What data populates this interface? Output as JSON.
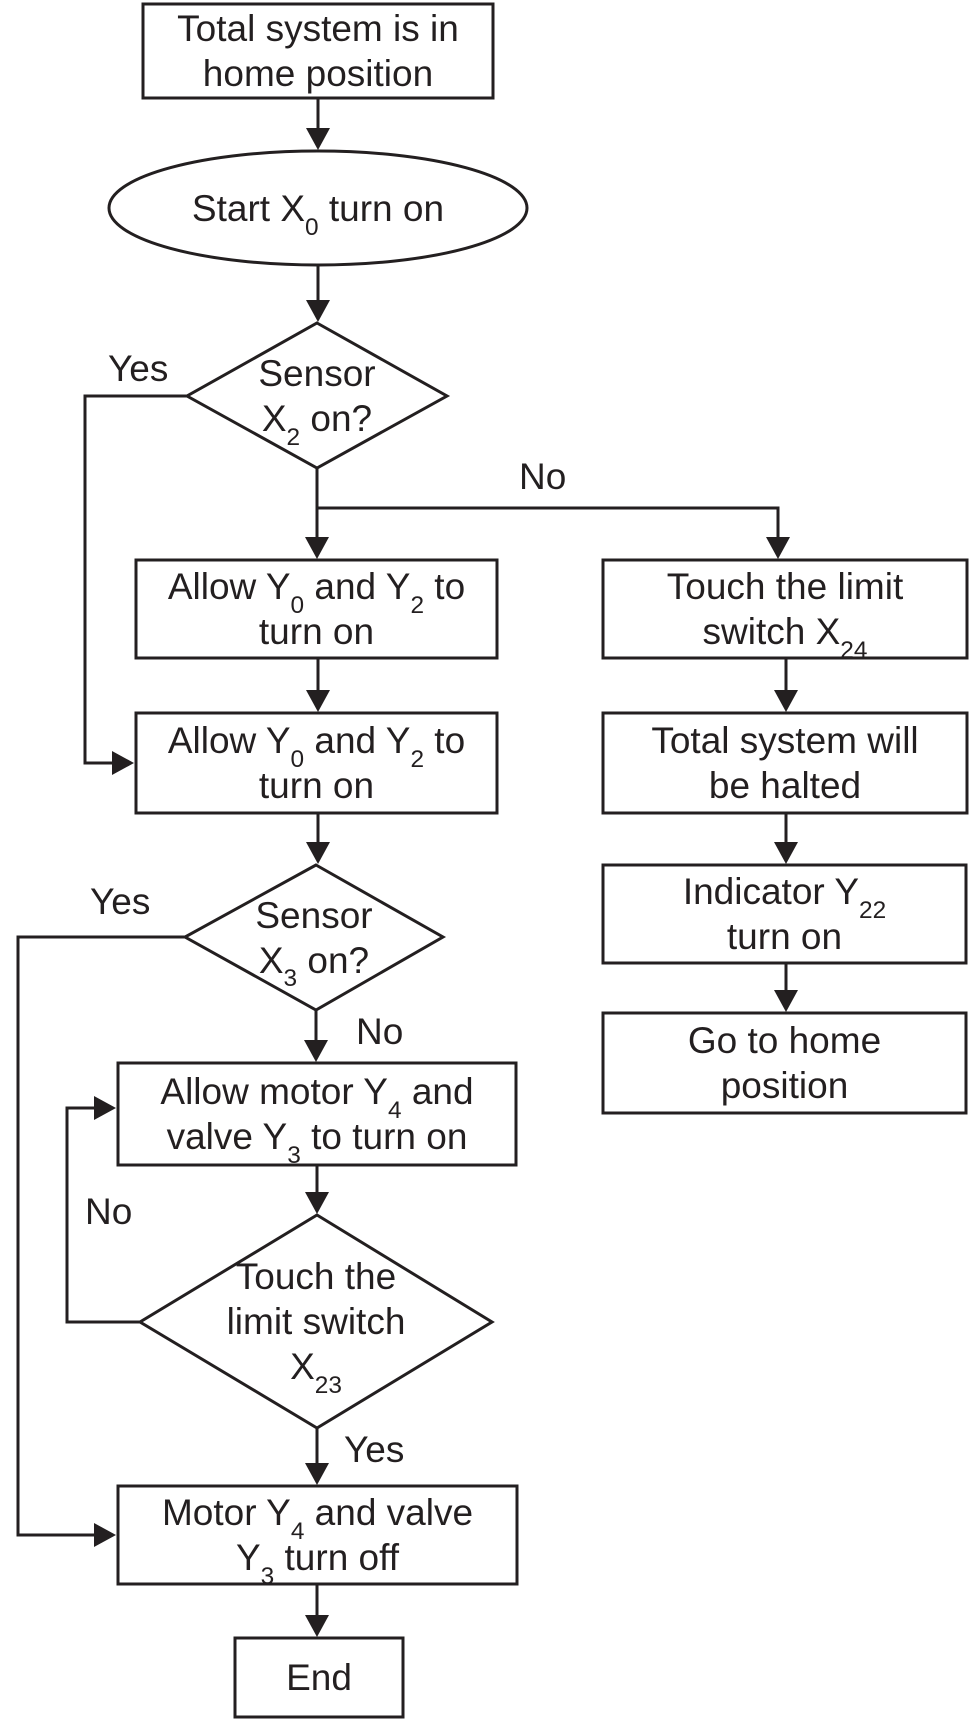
{
  "page": {
    "background": "#ffffff",
    "ink": "#231f20"
  },
  "nodes": {
    "home": {
      "type": "process",
      "lines": [
        [
          {
            "t": "Total system is in"
          }
        ],
        [
          {
            "t": "home position"
          }
        ]
      ]
    },
    "start": {
      "type": "terminator",
      "lines": [
        [
          {
            "t": "Start X"
          },
          {
            "t": "0",
            "sub": true
          },
          {
            "t": " turn on"
          }
        ]
      ]
    },
    "d1": {
      "type": "decision",
      "lines": [
        [
          {
            "t": "Sensor"
          }
        ],
        [
          {
            "t": "X"
          },
          {
            "t": "2",
            "sub": true
          },
          {
            "t": " on?"
          }
        ]
      ]
    },
    "allow1": {
      "type": "process",
      "lines": [
        [
          {
            "t": "Allow Y"
          },
          {
            "t": "0",
            "sub": true
          },
          {
            "t": " and Y"
          },
          {
            "t": "2",
            "sub": true
          },
          {
            "t": " to"
          }
        ],
        [
          {
            "t": "turn on"
          }
        ]
      ]
    },
    "allow2": {
      "type": "process",
      "lines": [
        [
          {
            "t": "Allow Y"
          },
          {
            "t": "0",
            "sub": true
          },
          {
            "t": " and Y"
          },
          {
            "t": "2",
            "sub": true
          },
          {
            "t": " to"
          }
        ],
        [
          {
            "t": "turn on"
          }
        ]
      ]
    },
    "d2": {
      "type": "decision",
      "lines": [
        [
          {
            "t": "Sensor"
          }
        ],
        [
          {
            "t": "X"
          },
          {
            "t": "3",
            "sub": true
          },
          {
            "t": " on?"
          }
        ]
      ]
    },
    "motor_on": {
      "type": "process",
      "lines": [
        [
          {
            "t": "Allow motor Y"
          },
          {
            "t": "4",
            "sub": true
          },
          {
            "t": " and"
          }
        ],
        [
          {
            "t": "valve Y"
          },
          {
            "t": "3",
            "sub": true
          },
          {
            "t": " to turn on"
          }
        ]
      ]
    },
    "d3": {
      "type": "decision",
      "lines": [
        [
          {
            "t": "Touch the"
          }
        ],
        [
          {
            "t": "limit switch"
          }
        ],
        [
          {
            "t": "X"
          },
          {
            "t": "23",
            "sub": true
          }
        ]
      ]
    },
    "motor_off": {
      "type": "process",
      "lines": [
        [
          {
            "t": "Motor Y"
          },
          {
            "t": "4",
            "sub": true
          },
          {
            "t": " and valve"
          }
        ],
        [
          {
            "t": "Y"
          },
          {
            "t": "3",
            "sub": true
          },
          {
            "t": " turn off"
          }
        ]
      ]
    },
    "end": {
      "type": "terminator",
      "lines": [
        [
          {
            "t": "End"
          }
        ]
      ]
    },
    "touch24": {
      "type": "process",
      "lines": [
        [
          {
            "t": "Touch the limit"
          }
        ],
        [
          {
            "t": "switch X"
          },
          {
            "t": "24",
            "sub": true
          }
        ]
      ]
    },
    "halted": {
      "type": "process",
      "lines": [
        [
          {
            "t": "Total system will"
          }
        ],
        [
          {
            "t": "be halted"
          }
        ]
      ]
    },
    "indicator": {
      "type": "process",
      "lines": [
        [
          {
            "t": "Indicator Y"
          },
          {
            "t": "22",
            "sub": true
          }
        ],
        [
          {
            "t": "turn on"
          }
        ]
      ]
    },
    "gohome": {
      "type": "process",
      "lines": [
        [
          {
            "t": "Go to home"
          }
        ],
        [
          {
            "t": "position"
          }
        ]
      ]
    }
  },
  "edge_labels": {
    "yes1": "Yes",
    "no1": "No",
    "yes2": "Yes",
    "no2": "No",
    "no3": "No",
    "yes3": "Yes"
  }
}
